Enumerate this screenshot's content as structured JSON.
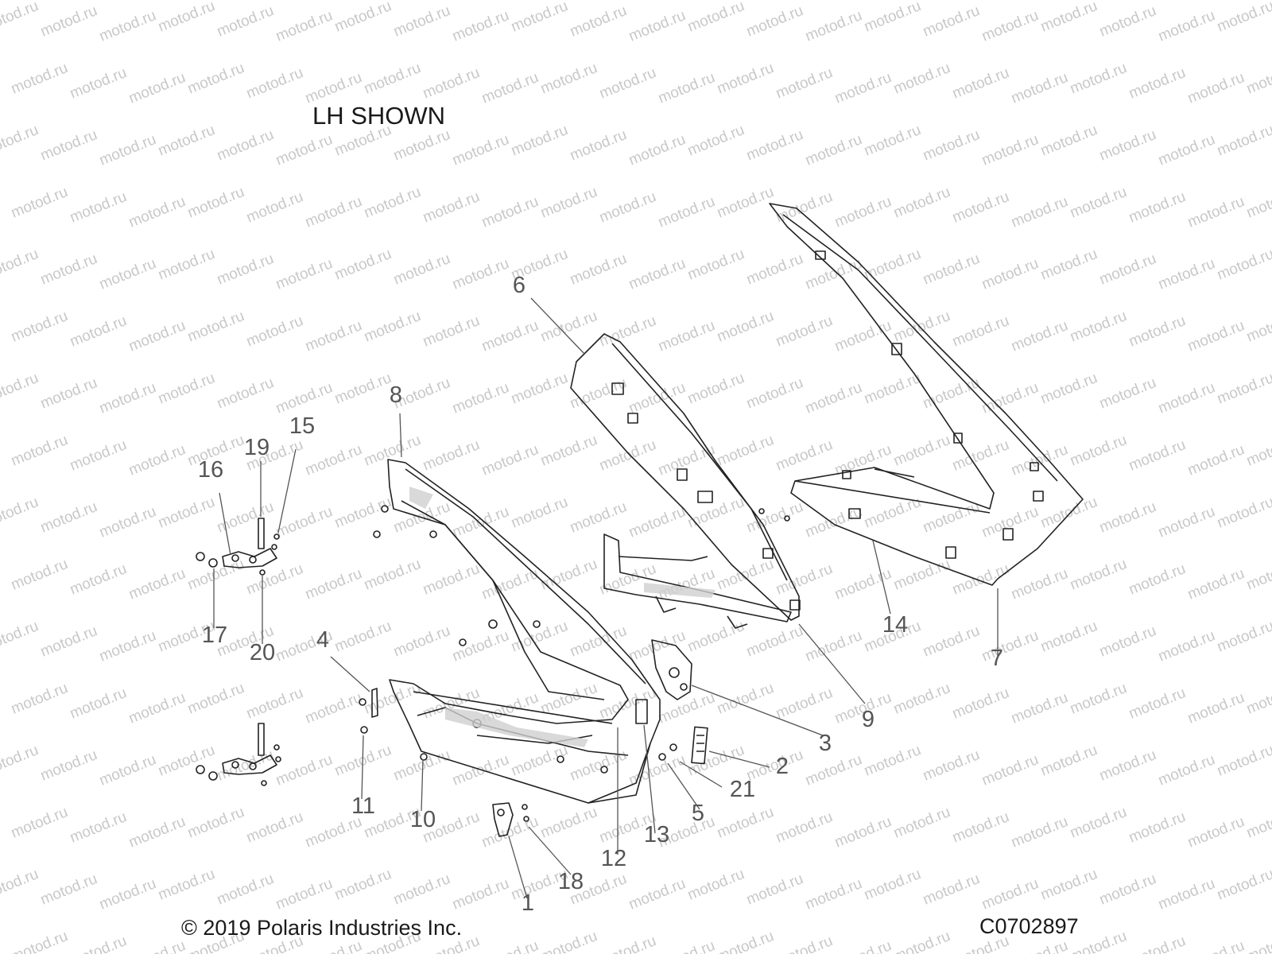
{
  "diagram": {
    "title": "LH SHOWN",
    "copyright": "© 2019 Polaris Industries Inc.",
    "diagram_id": "C0702897",
    "watermark": "motod.ru",
    "colors": {
      "line": "#222222",
      "callout": "#555555",
      "watermark": "#c8c8c8",
      "shading": "#cfcfcf"
    },
    "callouts": [
      "1",
      "2",
      "3",
      "4",
      "5",
      "6",
      "7",
      "8",
      "9",
      "10",
      "11",
      "12",
      "13",
      "14",
      "15",
      "16",
      "17",
      "18",
      "19",
      "20",
      "21"
    ]
  }
}
